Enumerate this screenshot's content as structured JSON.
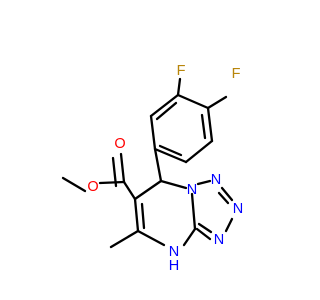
{
  "molecule": {
    "labels": {
      "f_top": "F",
      "f_right": "F",
      "o_carbonyl": "O",
      "o_ester": "O",
      "n_tetrazole_1": "N",
      "n_tetrazole_2": "N",
      "n_tetrazole_3": "N",
      "n_tetrazole_4": "N",
      "nh": "N",
      "nh_h": "H"
    },
    "colors": {
      "bond": "#000000",
      "fluorine": "#b8860b",
      "oxygen": "#ff0000",
      "nitrogen": "#0000ff"
    }
  }
}
